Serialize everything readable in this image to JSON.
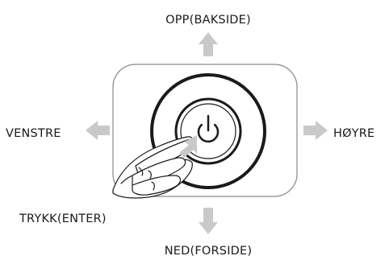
{
  "labels": {
    "up": "OPP(BAKSIDE)",
    "left": "VENSTRE",
    "right": "HØYRE",
    "press": "TRYKK(ENTER)",
    "down": "NED(FORSIDE)"
  },
  "colors": {
    "arrow": "#c9c9c9",
    "outline": "#1a1a1a",
    "panel_border": "#888888",
    "text": "#1a1a1a"
  },
  "icons": {
    "center": "power-icon",
    "hand": "pressing-hand"
  }
}
